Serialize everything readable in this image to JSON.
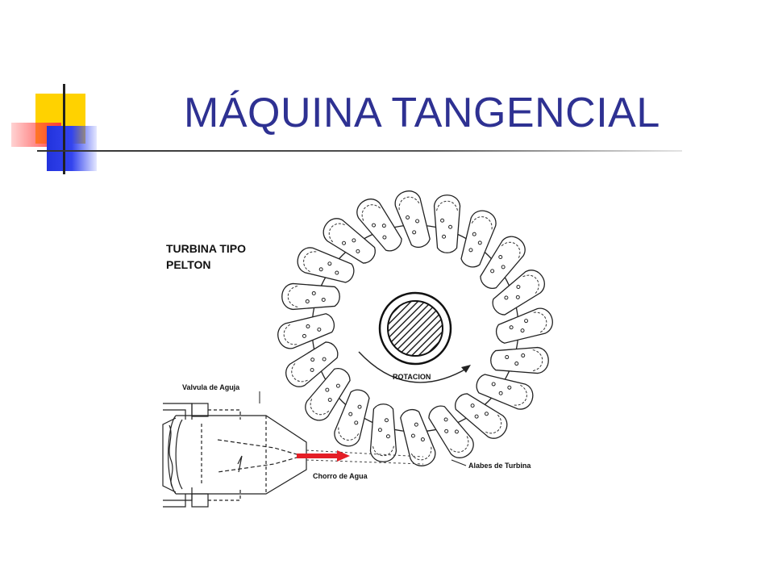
{
  "slide": {
    "title": "MÁQUINA TANGENCIAL"
  },
  "diagram": {
    "heading_line1": "TURBINA TIPO",
    "heading_line2": "PELTON",
    "rotation_label": "ROTACION",
    "valve_label": "Valvula de Aguja",
    "jet_label": "Chorro de Agua",
    "blades_label": "Alabes de Turbina",
    "bucket_count": 20,
    "jet_arrow_color": "#e41e26"
  },
  "colors": {
    "title": "#2e3192",
    "deco_yellow": "#ffd200",
    "deco_red": "#ff3b3b",
    "deco_blue": "#2233dd"
  }
}
